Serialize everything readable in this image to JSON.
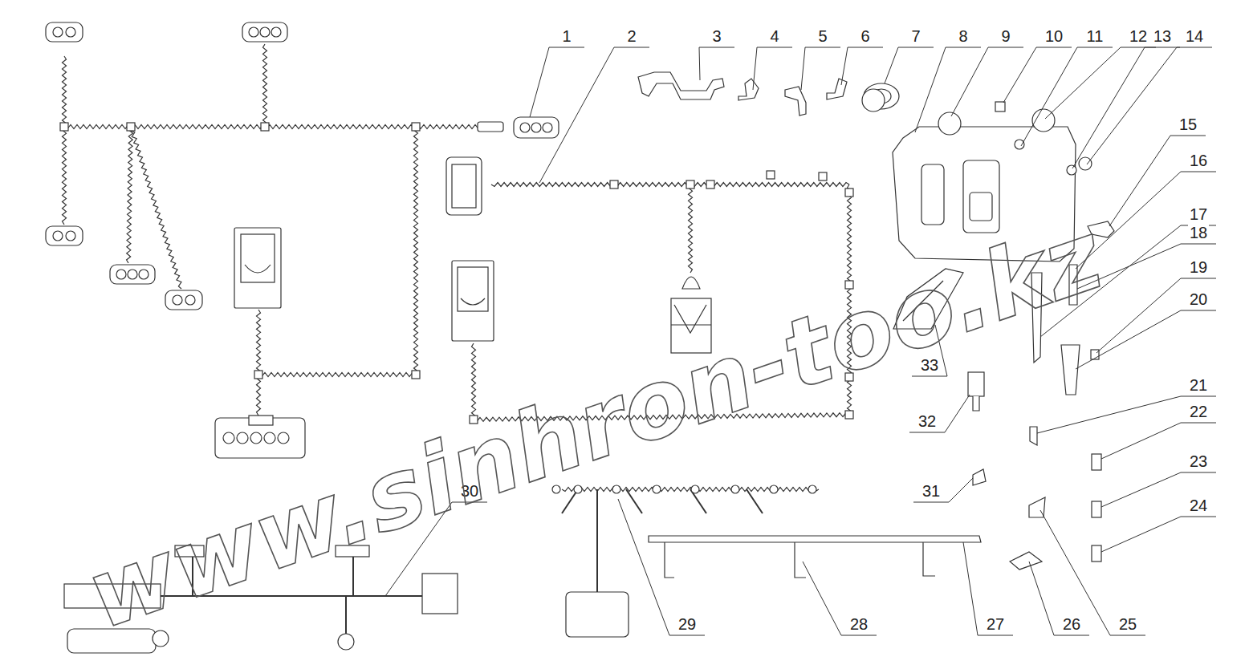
{
  "diagram": {
    "labels": [
      "1",
      "2",
      "3",
      "4",
      "5",
      "6",
      "7",
      "8",
      "9",
      "10",
      "11",
      "12",
      "13",
      "14",
      "15",
      "16",
      "17",
      "18",
      "19",
      "20",
      "21",
      "22",
      "23",
      "24",
      "25",
      "26",
      "27",
      "28",
      "29",
      "30",
      "31",
      "32",
      "33",
      "www.sinhron-too.kz"
    ]
  }
}
